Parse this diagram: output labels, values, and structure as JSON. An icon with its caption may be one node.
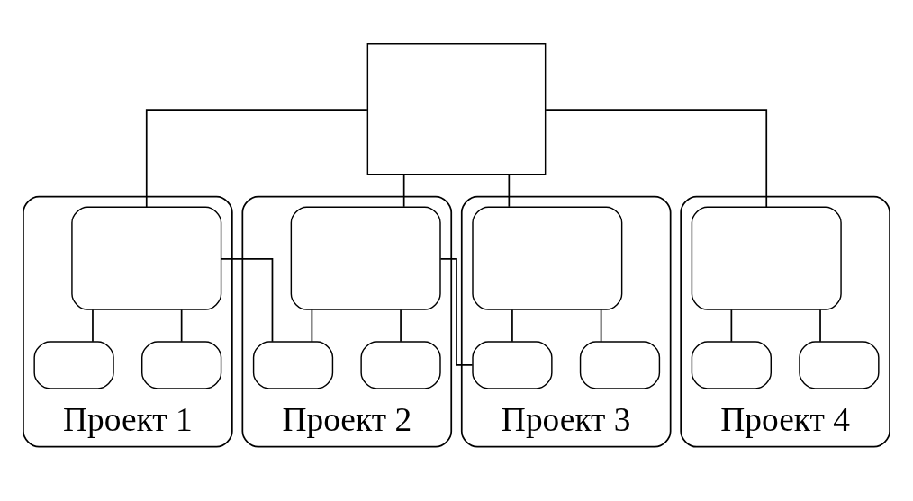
{
  "diagram": {
    "nodes": [
      {
        "text": [],
        "shape": "box"
      },
      {
        "text": [
          "Проект 1"
        ]
      },
      {
        "text": [],
        "shape": "box",
        "in": 1
      },
      {
        "text": [],
        "shape": "box",
        "in": 1
      },
      {
        "text": [],
        "shape": "box",
        "in": 1
      },
      {
        "text": [
          "Проект 2"
        ]
      },
      {
        "text": [],
        "shape": "box",
        "in": 5
      },
      {
        "text": [],
        "shape": "box",
        "in": 5
      },
      {
        "text": [],
        "shape": "box",
        "in": 5
      },
      {
        "text": [
          "Проект 3"
        ]
      },
      {
        "text": [],
        "shape": "box",
        "in": 9
      },
      {
        "text": [],
        "shape": "box",
        "in": 9
      },
      {
        "text": [],
        "shape": "box",
        "in": 9
      },
      {
        "text": [
          "Проект 4"
        ]
      },
      {
        "text": [],
        "shape": "box",
        "in": 13
      },
      {
        "text": [],
        "shape": "box",
        "in": 13
      },
      {
        "text": [],
        "shape": "box",
        "in": 13
      }
    ],
    "edges": [
      {
        "from": 0,
        "to": 2,
        "arrow": "none"
      },
      {
        "from": 0,
        "to": 6,
        "arrow": "none"
      },
      {
        "from": 0,
        "to": 10,
        "arrow": "none"
      },
      {
        "from": 0,
        "to": 14,
        "arrow": "none"
      },
      {
        "from": 2,
        "to": 3,
        "arrow": "none"
      },
      {
        "from": 2,
        "to": 4,
        "arrow": "none"
      },
      {
        "from": 2,
        "to": 7,
        "arrow": "none"
      },
      {
        "from": 6,
        "to": 7,
        "arrow": "none"
      },
      {
        "from": 6,
        "to": 8,
        "arrow": "none"
      },
      {
        "from": 6,
        "to": 11,
        "arrow": "none"
      },
      {
        "from": 10,
        "to": 11,
        "arrow": "none"
      },
      {
        "from": 10,
        "to": 12,
        "arrow": "none"
      },
      {
        "from": 14,
        "to": 15,
        "arrow": "none"
      },
      {
        "from": 14,
        "to": 16,
        "arrow": "none"
      }
    ]
  }
}
